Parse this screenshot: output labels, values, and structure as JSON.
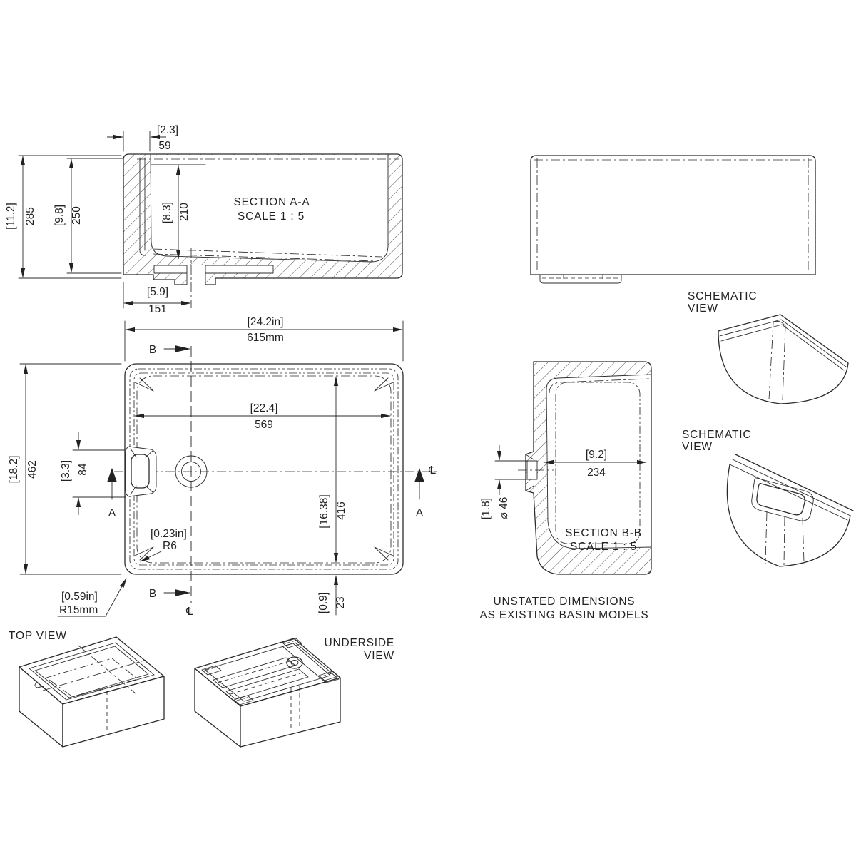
{
  "drawing": {
    "type": "basin technical drawing",
    "line_color": "#2b2b2b",
    "background": "#ffffff"
  },
  "section_aa": {
    "title": "SECTION A-A",
    "scale": "SCALE 1 : 5",
    "dim_wall_in": "[2.3]",
    "dim_wall_mm": "59",
    "dim_height_outer_in": "[11.2]",
    "dim_height_outer_mm": "285",
    "dim_height_rim_in": "[9.8]",
    "dim_height_rim_mm": "250",
    "dim_depth_in": "[8.3]",
    "dim_depth_mm": "210",
    "dim_foot_in": "[5.9]",
    "dim_foot_mm": "151"
  },
  "plan": {
    "dim_width_outer_in": "[24.2in]",
    "dim_width_outer_mm": "615mm",
    "dim_width_inner_in": "[22.4]",
    "dim_width_inner_mm": "569",
    "dim_height_outer_in": "[18.2]",
    "dim_height_outer_mm": "462",
    "dim_overflow_in": "[3.3]",
    "dim_overflow_mm": "84",
    "dim_length_inner_in": "[16.38]",
    "dim_length_inner_mm": "416",
    "dim_rim_gap_in": "[0.9]",
    "dim_rim_gap_mm": "23",
    "radius_inner_in": "[0.23in]",
    "radius_inner_mm": "R6",
    "radius_outer_in": "[0.59in]",
    "radius_outer_mm": "R15mm",
    "marker_a": "A",
    "marker_b": "B",
    "centerline": "℄"
  },
  "section_bb": {
    "title": "SECTION B-B",
    "scale": "SCALE 1 : 5",
    "dim_width_in": "[9.2]",
    "dim_width_mm": "234",
    "dim_hole_in": "[1.8]",
    "dim_hole_mm": "⌀ 46",
    "note_line1": "UNSTATED DIMENSIONS",
    "note_line2": "AS EXISTING BASIN MODELS"
  },
  "labels": {
    "schematic1_line1": "SCHEMATIC",
    "schematic1_line2": "VIEW",
    "schematic2_line1": "SCHEMATIC",
    "schematic2_line2": "VIEW",
    "top_view": "TOP VIEW",
    "underside_line1": "UNDERSIDE",
    "underside_line2": "VIEW"
  }
}
